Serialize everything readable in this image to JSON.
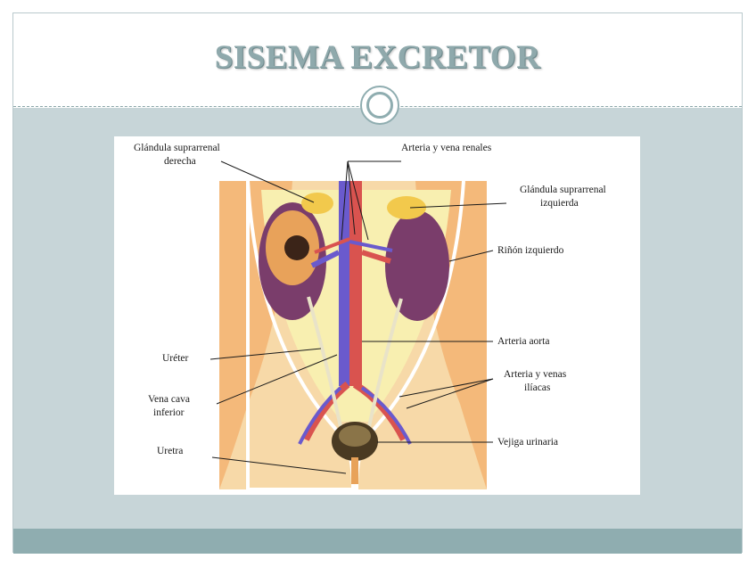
{
  "slide": {
    "title": "SISEMA EXCRETOR"
  },
  "diagram": {
    "labels": {
      "gland_right_1": "Glándula suprarrenal",
      "gland_right_2": "derecha",
      "renal_vessels": "Arteria y vena renales",
      "gland_left_1": "Glándula suprarrenal",
      "gland_left_2": "izquierda",
      "left_kidney": "Riñón izquierdo",
      "ureter": "Uréter",
      "aorta": "Arteria aorta",
      "iliac_1": "Arteria y venas",
      "iliac_2": "ilíacas",
      "vena_cava_1": "Vena cava",
      "vena_cava_2": "inferior",
      "bladder": "Vejiga urinaria",
      "urethra": "Uretra"
    }
  },
  "colors": {
    "title": "#8fa9ac",
    "content_bg": "#c7d5d8",
    "footer": "#8fadb0",
    "kidney": "#7a3d6b",
    "artery": "#d9534f",
    "vein": "#6a5acd",
    "adrenal": "#f2c94c",
    "skin": "#f4c185"
  }
}
